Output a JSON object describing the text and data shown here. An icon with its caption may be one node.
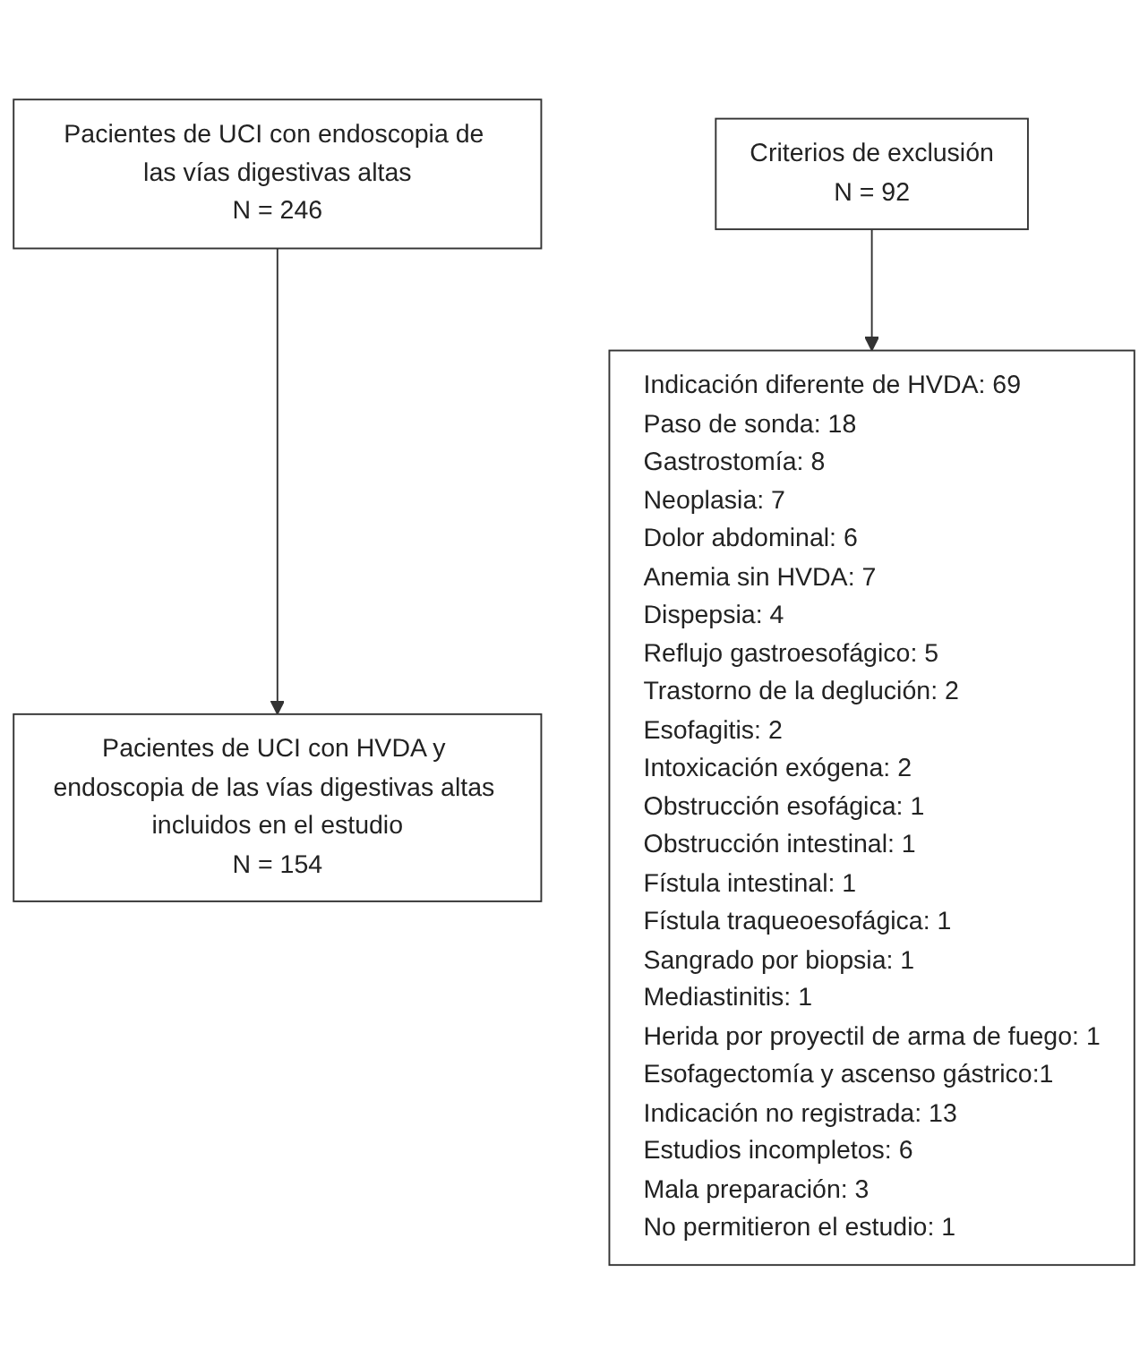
{
  "diagram": {
    "nodes": [
      {
        "text": [
          "Pacientes de UCI con endoscopia de las vías digestivas altas",
          "N = 246"
        ]
      },
      {
        "text": [
          "Criterios de exclusión",
          "N = 92"
        ]
      },
      {
        "text": [
          "Indicación diferente de HVDA: 69",
          "Paso de sonda: 18",
          "Gastrostomía: 8",
          "Neoplasia: 7",
          "Dolor abdominal: 6",
          "Anemia sin HVDA: 7",
          "Dispepsia: 4",
          "Reflujo gastroesofágico: 5",
          "Trastorno de la deglución: 2",
          "Esofagitis: 2",
          "Intoxicación exógena: 2",
          "Obstrucción esofágica: 1",
          "Obstrucción intestinal: 1",
          "Fístula intestinal: 1",
          "Fístula traqueoesofágica: 1",
          "Sangrado por biopsia: 1",
          "Mediastinitis: 1",
          "Herida por proyectil de arma de fuego: 1",
          "Esofagectomía y ascenso gástrico:1",
          "Indicación no registrada: 13",
          "Estudios incompletos: 6",
          "Mala preparación: 3",
          "No permitieron el estudio: 1"
        ]
      },
      {
        "text": [
          "Pacientes de UCI con HVDA y endoscopia de las vías digestivas altas incluidos en el estudio",
          "N = 154"
        ]
      }
    ],
    "edges": [
      {
        "from": 0,
        "to": 3,
        "arrow": "to"
      },
      {
        "from": 1,
        "to": 2,
        "arrow": "to"
      }
    ]
  }
}
